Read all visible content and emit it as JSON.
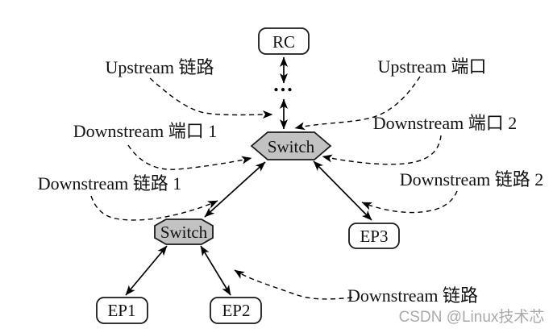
{
  "diagram": {
    "nodes": [
      {
        "id": "rc",
        "label": "RC"
      },
      {
        "id": "switch-upper",
        "label": "Switch"
      },
      {
        "id": "switch-lower",
        "label": "Switch"
      },
      {
        "id": "ep1",
        "label": "EP1"
      },
      {
        "id": "ep2",
        "label": "EP2"
      },
      {
        "id": "ep3",
        "label": "EP3"
      }
    ],
    "ellipsis": "...",
    "callouts": [
      {
        "id": "upstream-link",
        "text": "Upstream 链路"
      },
      {
        "id": "upstream-port",
        "text": "Upstream 端口"
      },
      {
        "id": "downstream-port-1",
        "text": "Downstream 端口 1"
      },
      {
        "id": "downstream-port-2",
        "text": "Downstream 端口 2"
      },
      {
        "id": "downstream-link-1",
        "text": "Downstream 链路 1"
      },
      {
        "id": "downstream-link-2",
        "text": "Downstream 链路 2"
      },
      {
        "id": "downstream-link",
        "text": "Downstream 链路"
      }
    ],
    "watermark": "CSDN @Linux技术芯",
    "colors": {
      "switch_fill": "#c2c2c2",
      "line": "#000000",
      "watermark": "#a9a9a9",
      "background": "#ffffff"
    }
  }
}
